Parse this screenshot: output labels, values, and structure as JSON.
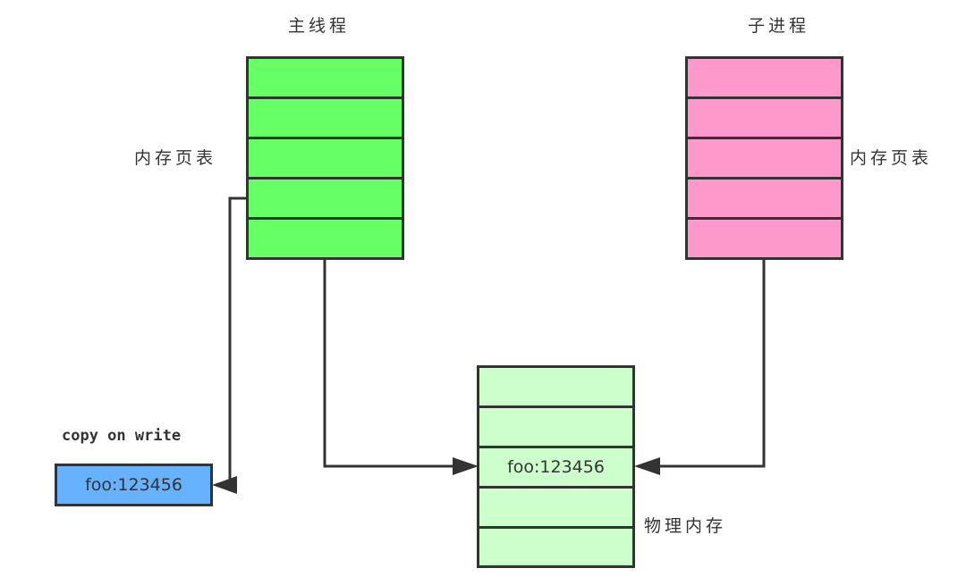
{
  "main_thread": {
    "title": "主线程",
    "label": "内存页表",
    "color": "#66ff66",
    "cells": [
      "",
      "",
      "",
      "",
      ""
    ]
  },
  "child_process": {
    "title": "子进程",
    "label": "内存页表",
    "color": "#ff99cc",
    "cells": [
      "",
      "",
      "",
      "",
      ""
    ]
  },
  "physical_memory": {
    "label": "物理内存",
    "color": "#ccffcc",
    "cells": [
      "",
      "",
      "foo:123456",
      "",
      ""
    ]
  },
  "copy_on_write": {
    "label": "copy on write",
    "value": "foo:123456",
    "color": "#66b2ff"
  },
  "line_color": "#333333"
}
